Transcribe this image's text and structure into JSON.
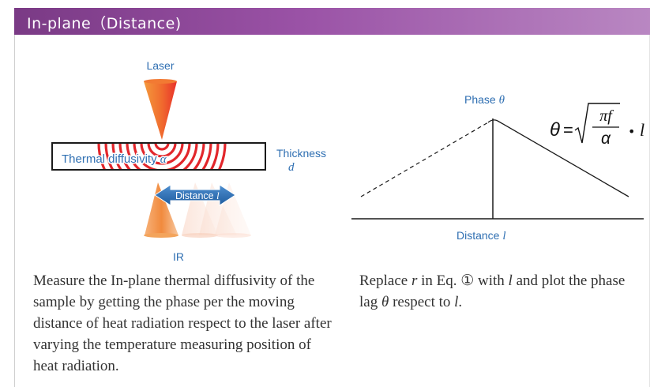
{
  "header": {
    "title": "In-plane（Distance)"
  },
  "left_diagram": {
    "laser_label": "Laser",
    "sample_label": "Thermal diffusivity",
    "sample_symbol": "α",
    "thickness_label": "Thickness",
    "thickness_symbol": "d",
    "distance_label": "Distance",
    "distance_symbol": "l",
    "ir_label": "IR"
  },
  "right_diagram": {
    "y_axis_label": "Phase",
    "y_axis_symbol": "θ",
    "x_axis_label": "Distance",
    "x_axis_symbol": "l",
    "equation": {
      "lhs": "θ",
      "equals": "=",
      "numerator": "πf",
      "denominator": "α",
      "dot": "•",
      "rhs": "l"
    }
  },
  "text": {
    "left_paragraph": "Measure the In-plane thermal diffusivity of the sample by getting the phase per the moving distance of heat radiation respect to the laser after varying the temperature measuring position of heat radiation.",
    "right_p1": "Replace ",
    "right_r": "r",
    "right_p2": " in Eq. ① with ",
    "right_l1": "l",
    "right_p3": " and plot the phase lag ",
    "right_theta": "θ",
    "right_p4": " respect to ",
    "right_l2": "l",
    "right_p5": "."
  },
  "colors": {
    "header_start": "#7a3a85",
    "header_end": "#b987c2",
    "label_blue": "#2f6fb2",
    "laser_red": "#e8312b",
    "laser_orange": "#f39a3a",
    "arrow_blue": "#2f6fb2"
  }
}
